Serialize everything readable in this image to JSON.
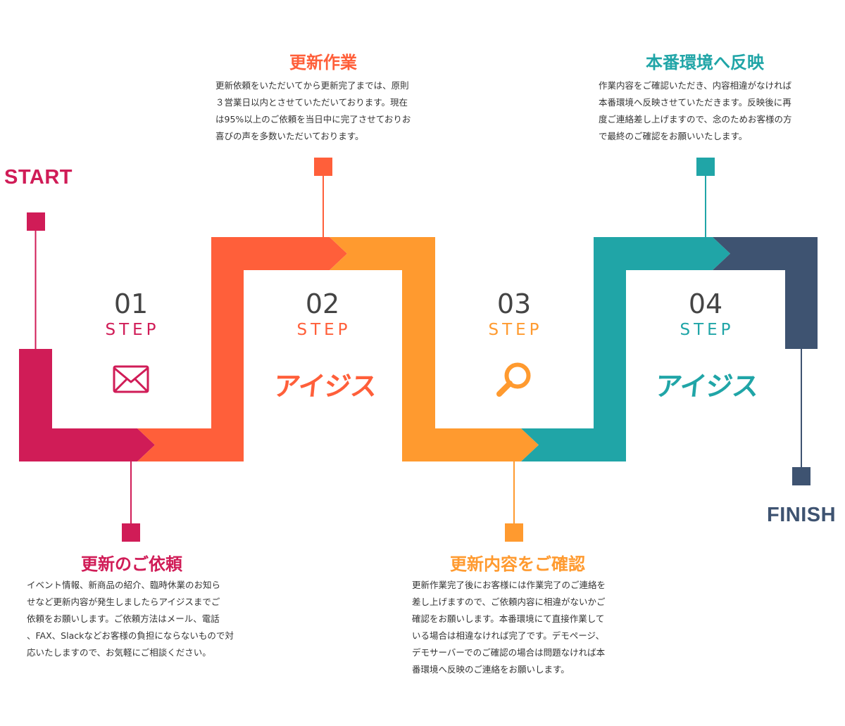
{
  "labels": {
    "start": "START",
    "finish": "FINISH"
  },
  "colors": {
    "crimson": "#d01c57",
    "red_orange": "#ff5f3a",
    "orange": "#ff9a2f",
    "teal": "#20a5a7",
    "navy": "#3e5371"
  },
  "steps": [
    {
      "number": "01",
      "word": "STEP",
      "icon": "envelope-icon",
      "title": "更新のご依頼",
      "lines": [
        "イベント情報、新商品の紹介、臨時休業のお知ら",
        "せなど更新内容が発生しましたらアイジスまでご",
        "依頼をお願いします。ご依頼方法はメール、電話",
        "、FAX、Slackなどお客様の負担にならないもので対",
        "応いたしますので、お気軽にご相談ください。"
      ]
    },
    {
      "number": "02",
      "word": "STEP",
      "logo": "アイジス",
      "title": "更新作業",
      "lines": [
        "更新依頼をいただいてから更新完了までは、原則",
        "３営業日以内とさせていただいております。現在",
        "は95%以上のご依頼を当日中に完了させておりお",
        "喜びの声を多数いただいております。"
      ]
    },
    {
      "number": "03",
      "word": "STEP",
      "icon": "magnifier-icon",
      "title": "更新内容をご確認",
      "lines": [
        "更新作業完了後にお客様には作業完了のご連絡を",
        "差し上げますので、ご依頼内容に相違がないかご",
        "確認をお願いします。本番環境にて直接作業して",
        "いる場合は相違なければ完了です。デモページ、",
        "デモサーバーでのご確認の場合は問題なければ本",
        "番環境へ反映のご連絡をお願いします。"
      ]
    },
    {
      "number": "04",
      "word": "STEP",
      "logo": "アイジス",
      "title": "本番環境へ反映",
      "lines": [
        "作業内容をご確認いただき、内容相違がなければ",
        "本番環境へ反映させていただきます。反映後に再",
        "度ご連絡差し上げますので、念のためお客様の方",
        "で最終のご確認をお願いいたします。"
      ]
    }
  ]
}
